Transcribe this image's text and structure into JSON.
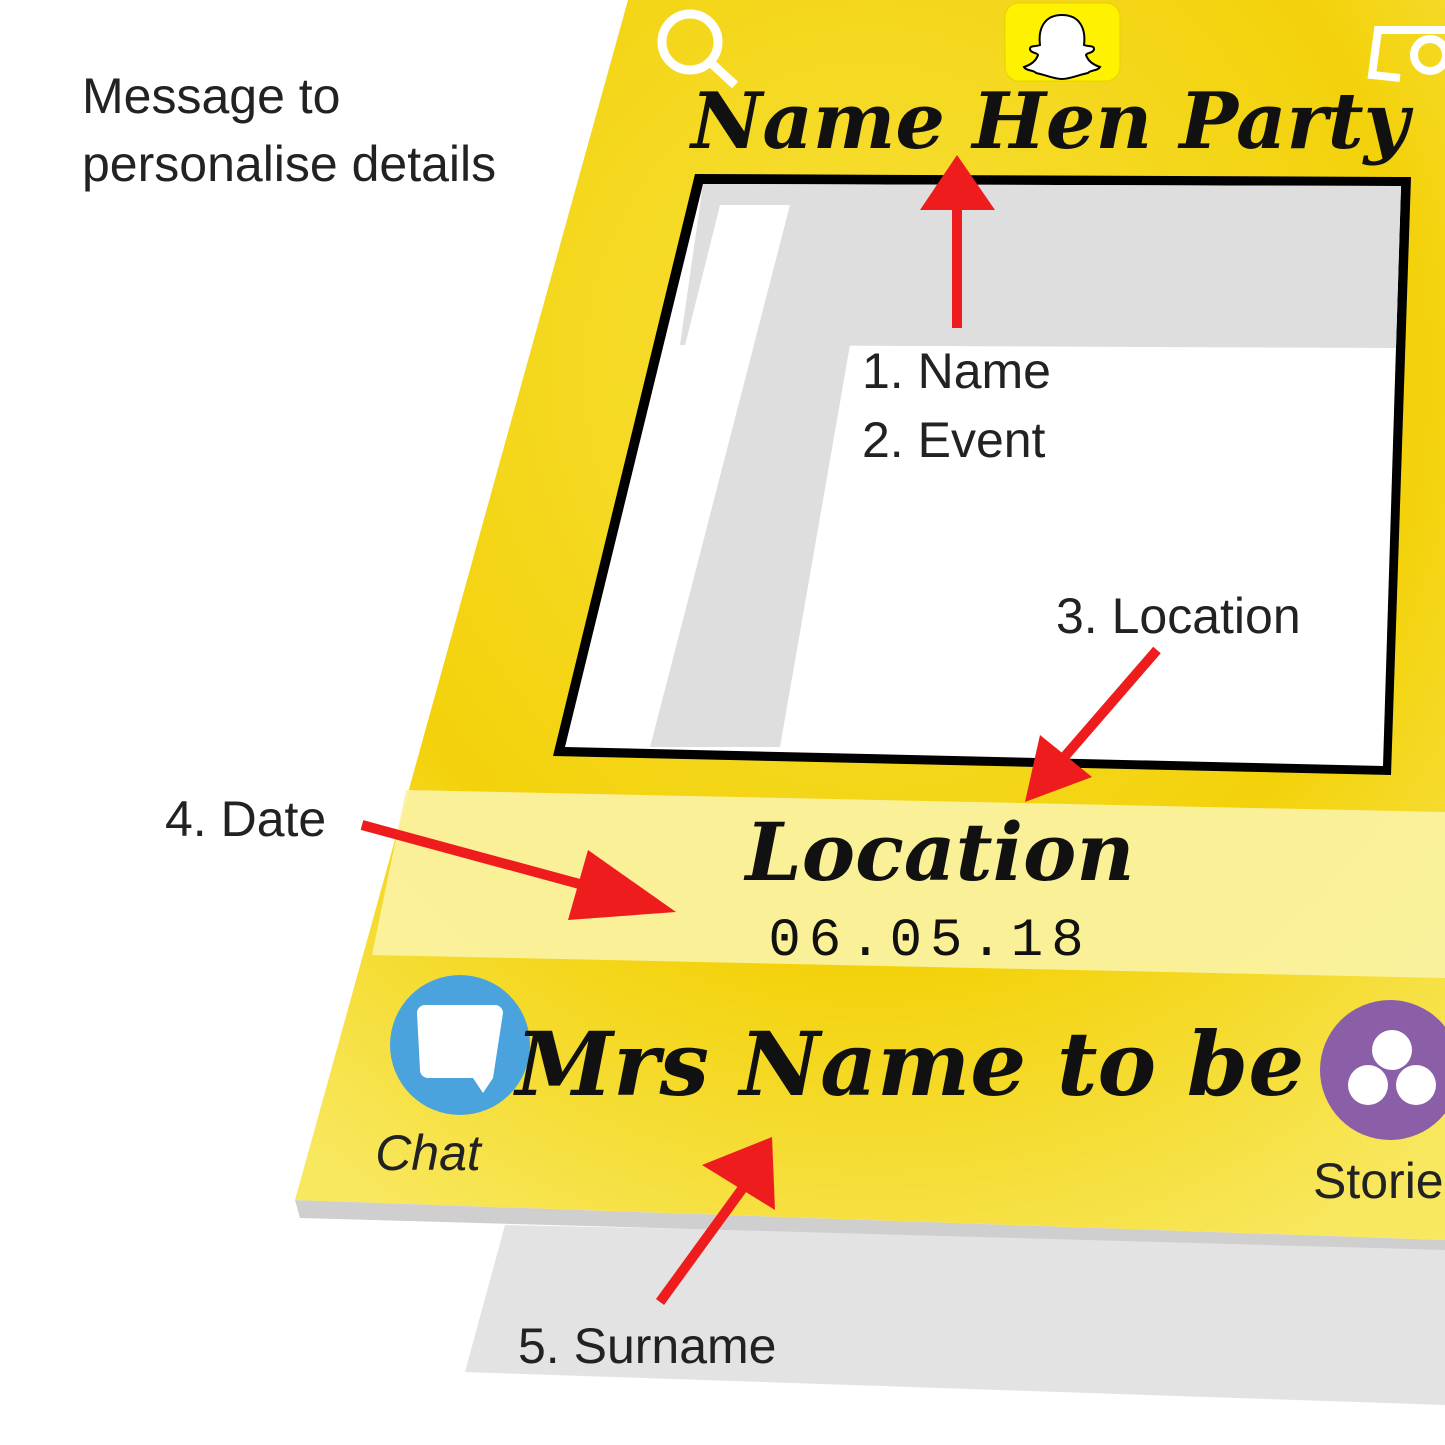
{
  "message": {
    "line1": "Message to",
    "line2": "personalise details"
  },
  "frame": {
    "title": "Name Hen Party",
    "location": "Location",
    "date": "06.05.18",
    "surname_line": "Mrs Name to be",
    "chat_label": "Chat",
    "stories_label": "Stories",
    "icons": [
      "search-icon",
      "snapcode-ghost-icon",
      "camera-flip-icon",
      "chat-bubble-icon",
      "stories-icon"
    ]
  },
  "annotations": {
    "name": "1. Name",
    "event": "2. Event",
    "location": "3. Location",
    "date": "4. Date",
    "surname": "5. Surname"
  },
  "colors": {
    "board_yellow": "#f5d90a",
    "arrow_red": "#ee1c1c",
    "chat_blue": "#4aa3dc",
    "stories_purple": "#8a5fa8"
  }
}
